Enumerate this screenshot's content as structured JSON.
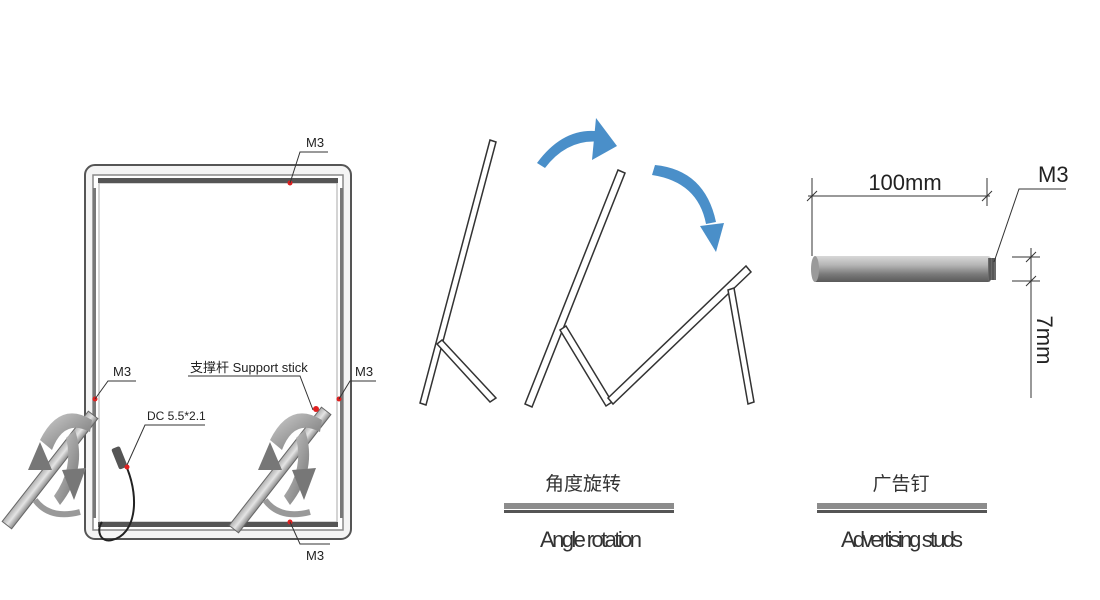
{
  "frame": {
    "m3_top": "M3",
    "m3_left": "M3",
    "m3_right": "M3",
    "m3_bottom": "M3",
    "support_label": "支撑杆 Support stick",
    "dc_label": "DC 5.5*2.1"
  },
  "rotation": {
    "caption_cn": "角度旋转",
    "caption_en": "Angle rotation",
    "arrow_color": "#4a8fc9"
  },
  "studs": {
    "length_label": "100mm",
    "m3_label": "M3",
    "diameter_label": "7mm",
    "caption_cn": "广告钉",
    "caption_en": "Advertising studs"
  }
}
